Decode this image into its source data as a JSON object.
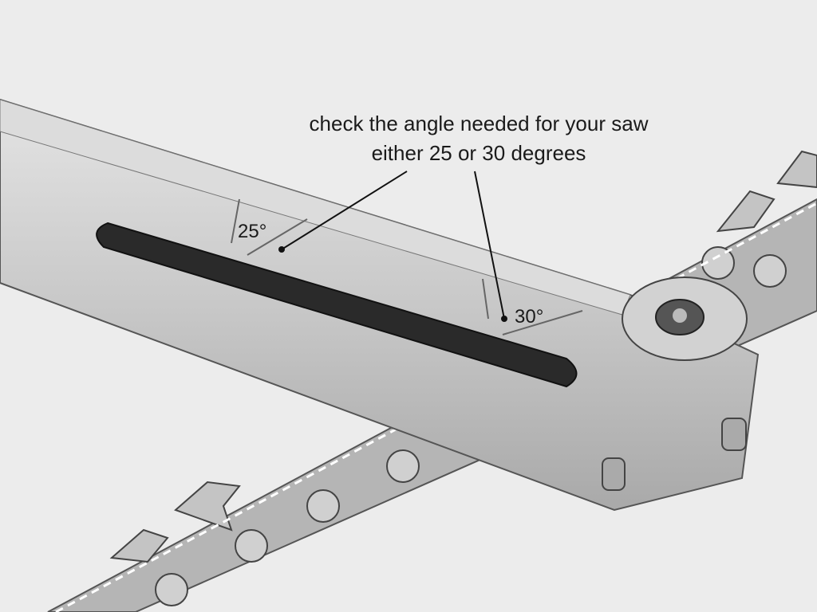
{
  "annotation": {
    "line1": "check the angle needed for your saw",
    "line2": "either 25 or 30 degrees"
  },
  "angle_marks": {
    "first": "25°",
    "second": "30°"
  },
  "colors": {
    "background": "#ececec",
    "metal": "#c9c9c9",
    "metal_dark": "#8a8a8a",
    "slot": "#2a2a2a",
    "guide_line": "#ffffff"
  }
}
